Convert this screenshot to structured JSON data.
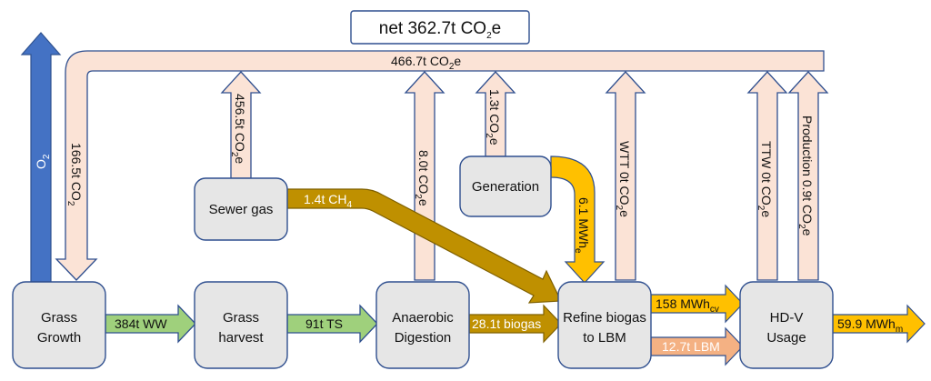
{
  "net_label": {
    "main": "net 362.7t CO",
    "sub": "2",
    "tail": "e"
  },
  "top_flow": {
    "main": "466.7t CO",
    "sub": "2",
    "tail": "e"
  },
  "nodes": {
    "grass_growth": [
      "Grass",
      "Growth"
    ],
    "grass_harvest": [
      "Grass",
      "harvest"
    ],
    "anaerobic_digestion": [
      "Anaerobic",
      "Digestion"
    ],
    "refine_biogas": [
      "Refine biogas",
      "to LBM"
    ],
    "hdv_usage": [
      "HD-V",
      "Usage"
    ],
    "sewer_gas": "Sewer gas",
    "generation": "Generation"
  },
  "flows": {
    "o2": {
      "main": "O",
      "sub": "2",
      "tail": ""
    },
    "co2_166": {
      "main": "166.5t CO",
      "sub": "2",
      "tail": ""
    },
    "co2_456": {
      "main": "456.5t CO",
      "sub": "2",
      "tail": "e"
    },
    "co2_8": {
      "main": "8.0t CO",
      "sub": "2",
      "tail": "e"
    },
    "co2_1_3": {
      "main": "1.3t CO",
      "sub": "2",
      "tail": "e"
    },
    "wtt": {
      "main": "WTT 0t CO",
      "sub": "2",
      "tail": "e"
    },
    "ttw": {
      "main": "TTW 0t CO",
      "sub": "2",
      "tail": "e"
    },
    "production": {
      "main": "Production 0.9t CO",
      "sub": "2",
      "tail": "e"
    },
    "ch4": {
      "main": "1.4t CH",
      "sub": "4",
      "tail": ""
    },
    "mwh_e": {
      "main": "6.1 MWh",
      "sub": "e",
      "tail": ""
    },
    "ww": "384t WW",
    "ts": "91t TS",
    "biogas": "28.1t biogas",
    "mwh_cv": {
      "main": "158 MWh",
      "sub": "cv",
      "tail": ""
    },
    "lbm": "12.7t LBM",
    "mwh_m": {
      "main": "59.9 MWh",
      "sub": "m",
      "tail": ""
    }
  },
  "colors": {
    "co2_flow": "#fbe3d6",
    "oxygen": "#4472c4",
    "biomass": "#9fd07c",
    "biogas": "#bf9000",
    "energy": "#ffc000",
    "lbm": "#f4b183",
    "node_fill": "#e6e6e6",
    "outline": "#2f4f8f"
  }
}
